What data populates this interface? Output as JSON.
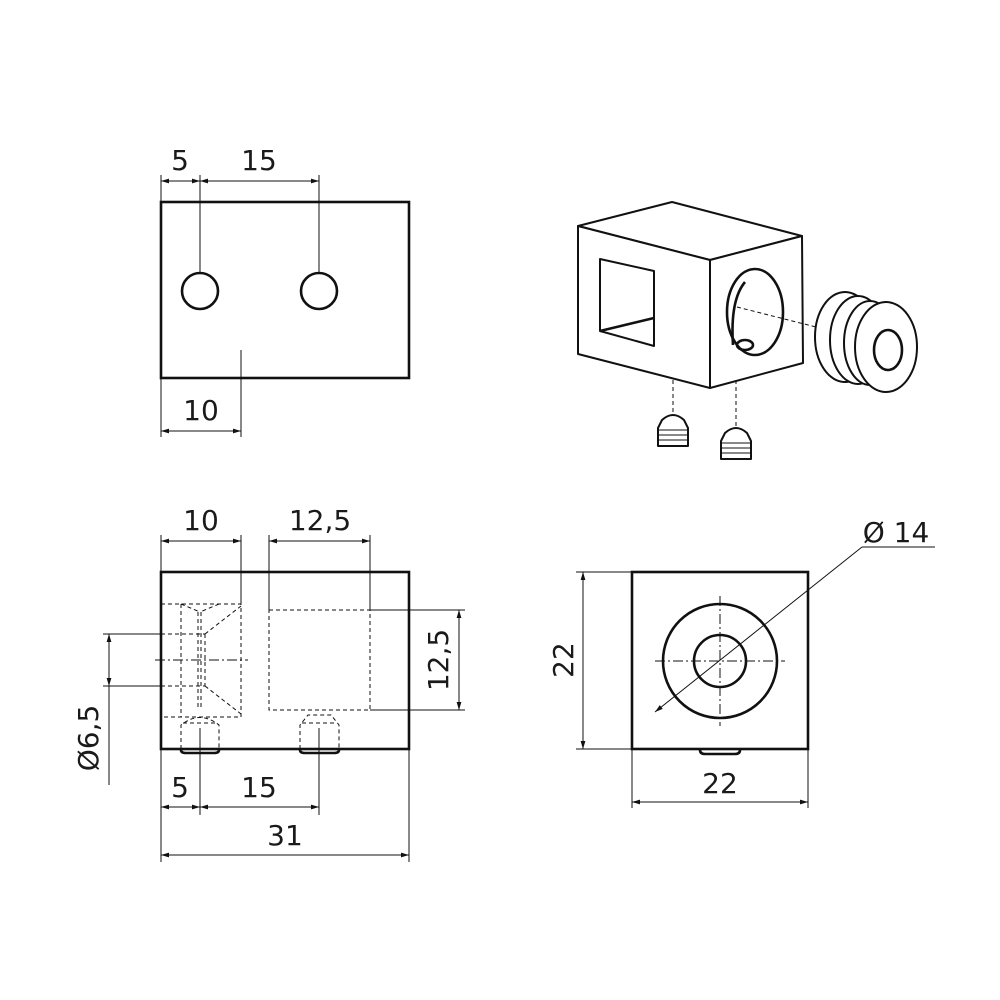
{
  "top_view": {
    "dim_left_offset": "5",
    "dim_hole_spacing": "15",
    "dim_bottom": "10"
  },
  "front_view": {
    "dim_counterbore_width": "10",
    "dim_square_width": "12,5",
    "dim_square_height": "12,5",
    "dim_hole_diameter": "Ø6,5",
    "dim_left_offset": "5",
    "dim_hole_spacing": "15",
    "dim_total_length": "31"
  },
  "side_view": {
    "dim_diameter": "Ø 14",
    "dim_height": "22",
    "dim_width": "22"
  },
  "colors": {
    "line": "#111111",
    "background": "#ffffff"
  }
}
